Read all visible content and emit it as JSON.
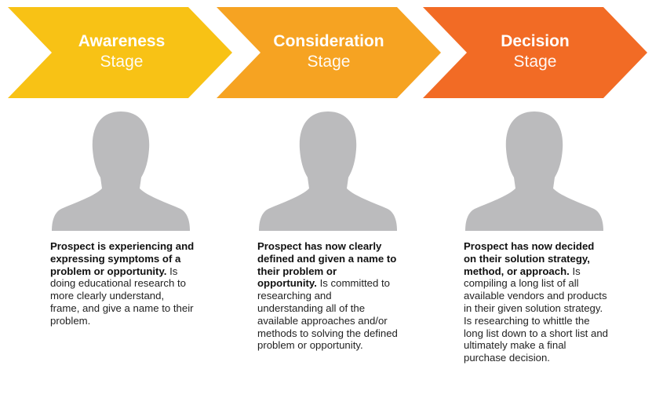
{
  "colors": {
    "awareness": "#F8C215",
    "consideration": "#F6A322",
    "decision": "#F26B25",
    "person": "#BBBBBD"
  },
  "icon": "person-silhouette-icon",
  "stages": [
    {
      "name": "Awareness",
      "sub": "Stage",
      "lead": "Prospect is experiencing and expressing symptoms of a problem or opportunity.",
      "body": " Is doing educational research to more clearly understand, frame, and give a name to their problem."
    },
    {
      "name": "Consideration",
      "sub": "Stage",
      "lead": "Prospect has now clearly defined and given a name to their problem or opportunity.",
      "body": " Is committed to researching and understanding all of the available approaches and/or methods to solving the defined problem or opportunity."
    },
    {
      "name": "Decision",
      "sub": "Stage",
      "lead": "Prospect has now decided on their solution strategy, method, or approach.",
      "body": " Is compiling a long list of all available vendors and products in their given solution strategy. Is researching to whittle the long list down to a short list and ultimately make a final purchase decision."
    }
  ]
}
